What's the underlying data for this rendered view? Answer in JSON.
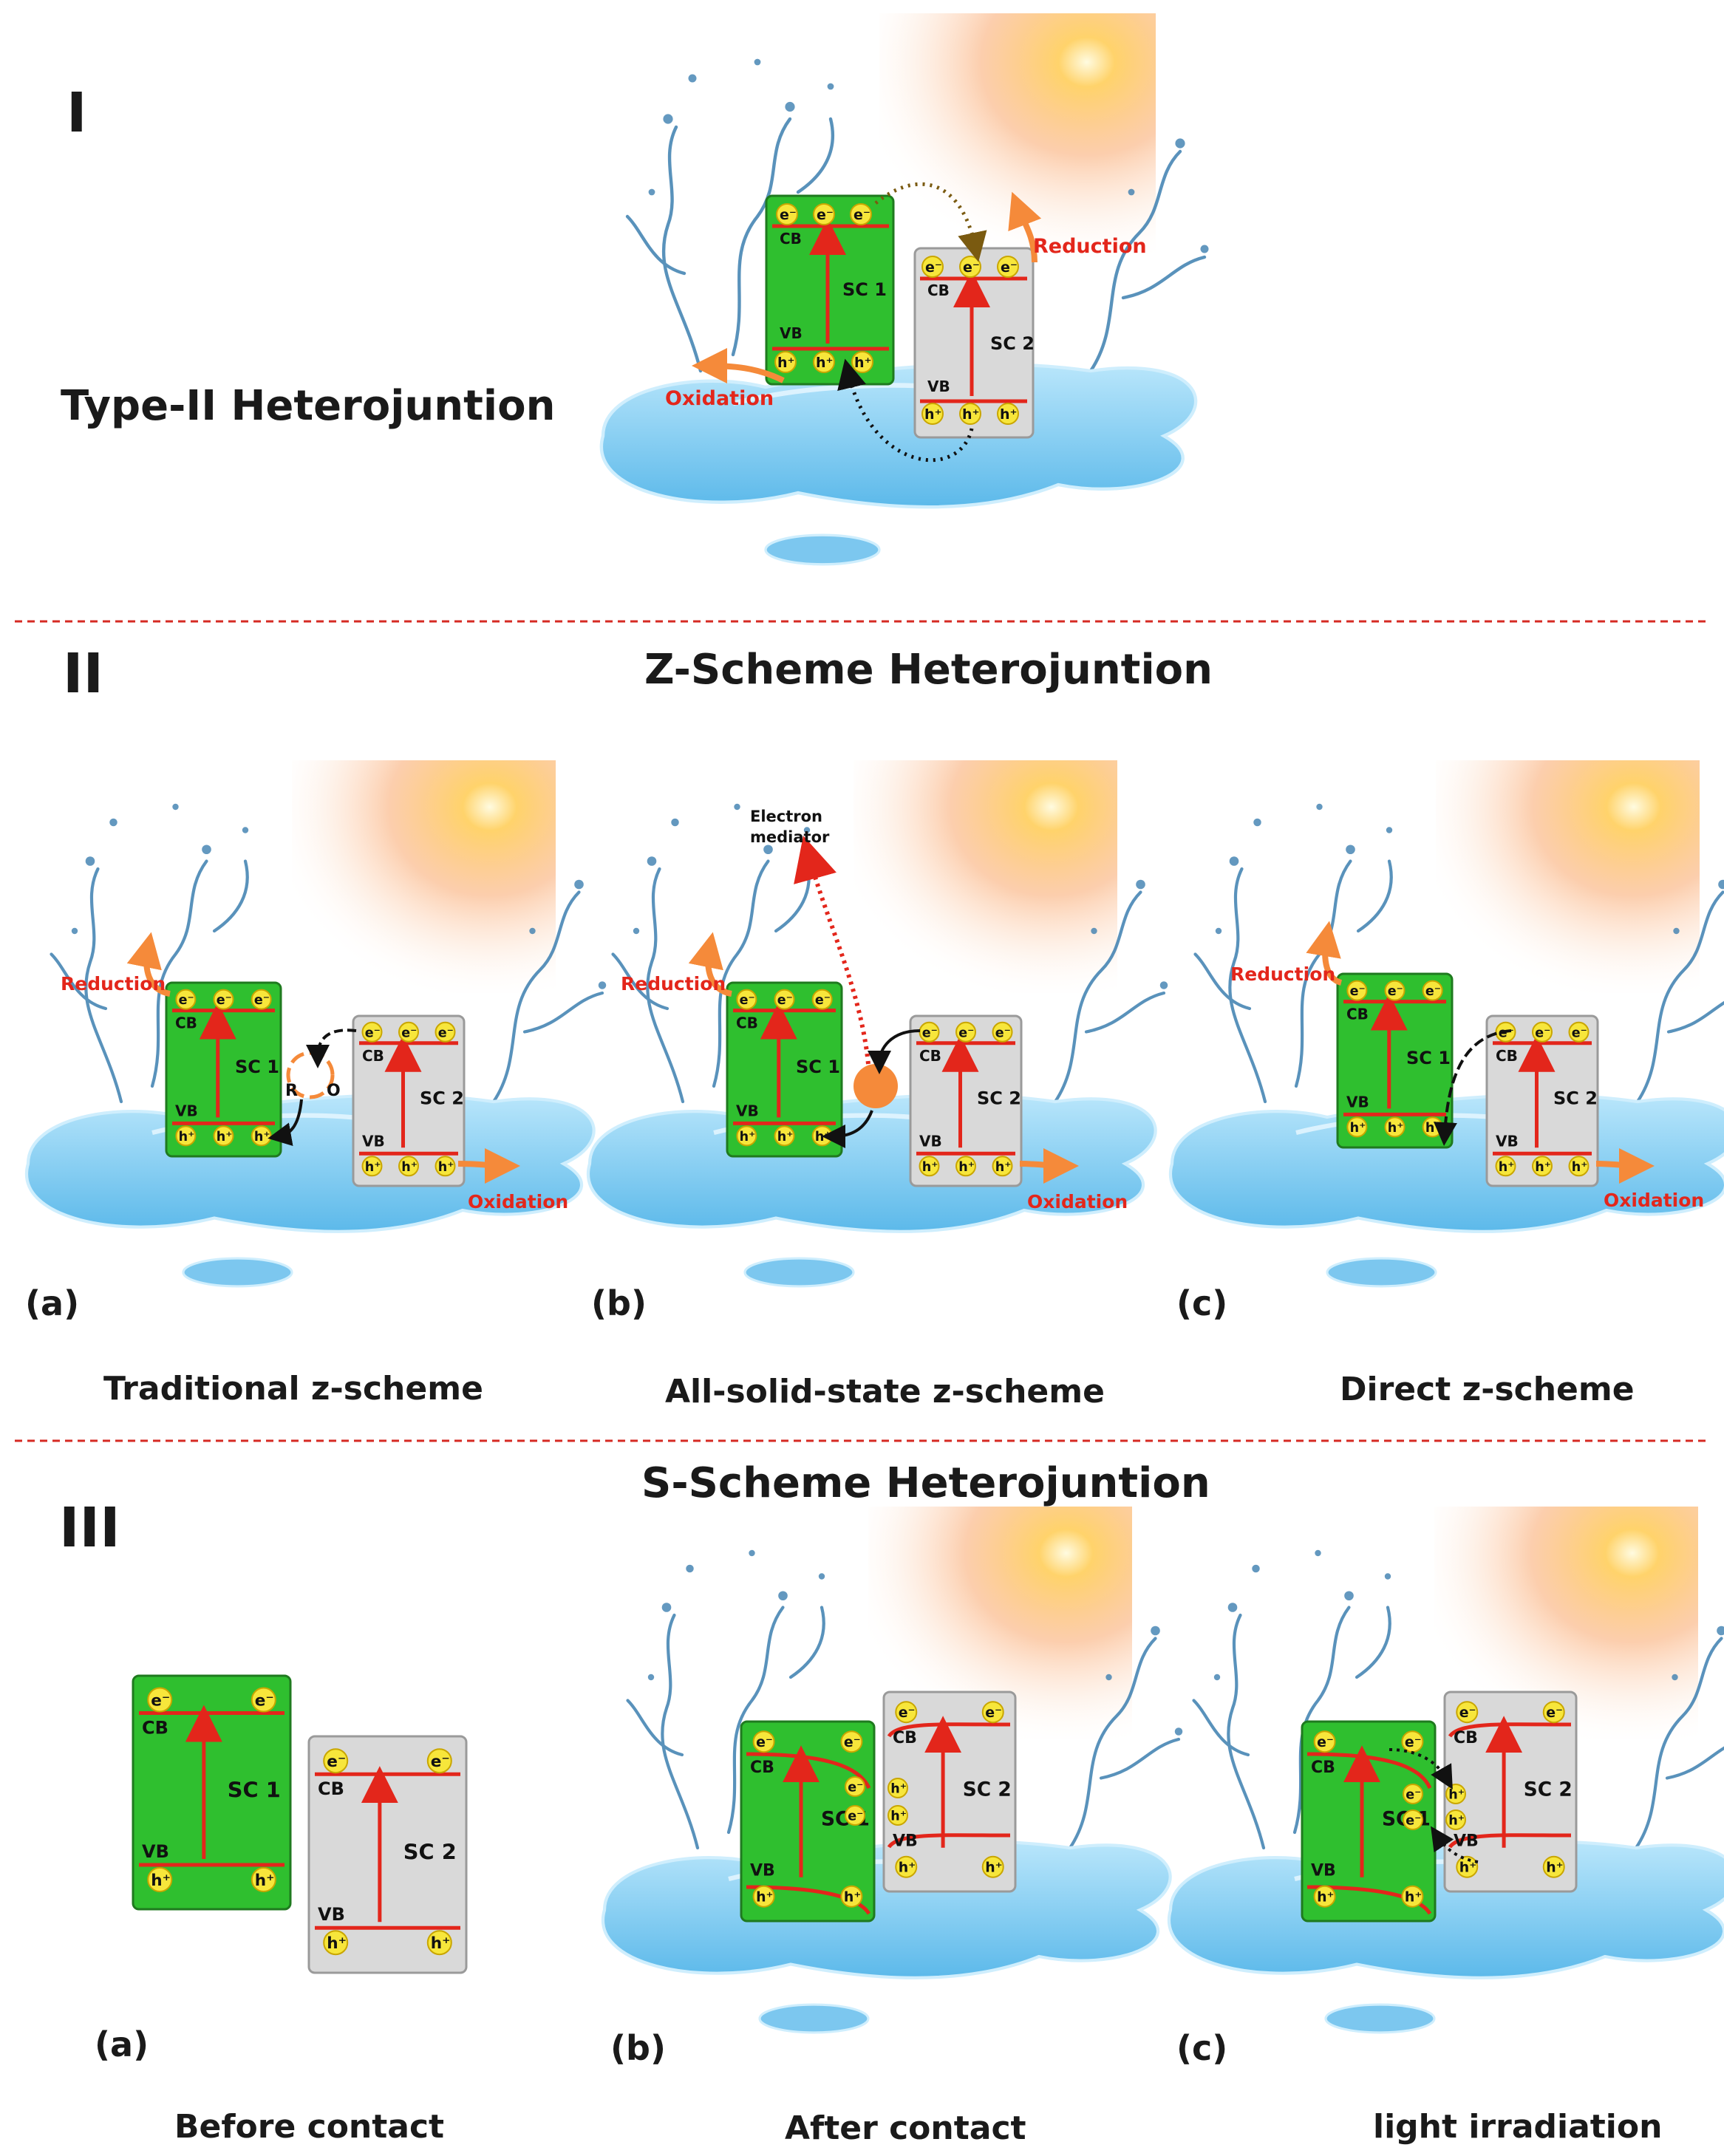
{
  "colors": {
    "sc1": "#2fbf2f",
    "sc2": "#d9d9d9",
    "band": "#e3261b",
    "carrier": "#f7e63b",
    "water": "#8fd0f2",
    "accent": "#f58a3a",
    "divider": "#d62a23"
  },
  "sections": {
    "I": {
      "numeral": "I",
      "title": "Type-II Heterojuntion"
    },
    "II": {
      "numeral": "II",
      "title": "Z-Scheme Heterojuntion"
    },
    "III": {
      "numeral": "III",
      "title": "S-Scheme Heterojuntion"
    }
  },
  "common": {
    "sc1": "SC 1",
    "sc2": "SC 2",
    "cb": "CB",
    "vb": "VB",
    "electron": "e⁻",
    "hole": "h⁺",
    "reduction": "Reduction",
    "oxidation": "Oxidation"
  },
  "panels": {
    "IIa": {
      "tag": "(a)",
      "caption": "Traditional z-scheme",
      "r": "R",
      "o": "O"
    },
    "IIb": {
      "tag": "(b)",
      "caption": "All-solid-state z-scheme",
      "mediator_line1": "Electron",
      "mediator_line2": "mediator"
    },
    "IIc": {
      "tag": "(c)",
      "caption": "Direct z-scheme"
    },
    "IIIa": {
      "tag": "(a)",
      "caption": "Before contact"
    },
    "IIIb": {
      "tag": "(b)",
      "caption": "After contact"
    },
    "IIIc": {
      "tag": "(c)",
      "caption": "light irradiation"
    }
  }
}
